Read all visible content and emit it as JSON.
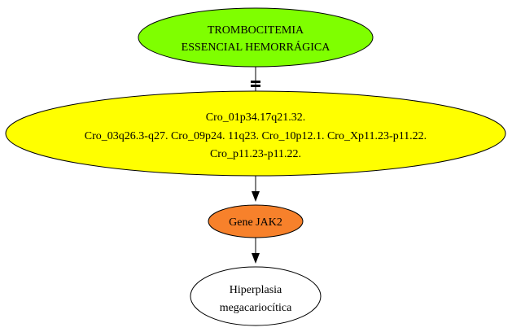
{
  "nodes": {
    "disease": {
      "lines": [
        "TROMBOCITEMIA",
        "ESSENCIAL HEMORRÁGICA"
      ],
      "fill": "#7fff00"
    },
    "chromosomes": {
      "lines": [
        "Cro_01p34.17q21.32.",
        "Cro_03q26.3-q27. Cro_09p24. 11q23. Cro_10p12.1. Cro_Xp11.23-p11.22.",
        "Cro_p11.23-p11.22."
      ],
      "fill": "#ffff00"
    },
    "gene": {
      "lines": [
        "Gene JAK2"
      ],
      "fill": "#f7812b"
    },
    "outcome": {
      "lines": [
        "Hiperplasia",
        "megacariocítica"
      ],
      "fill": "#ffffff"
    }
  },
  "edges": [
    {
      "from": "disease",
      "to": "chromosomes",
      "arrowhead": "tee"
    },
    {
      "from": "chromosomes",
      "to": "gene",
      "arrowhead": "normal"
    },
    {
      "from": "gene",
      "to": "outcome",
      "arrowhead": "normal"
    }
  ]
}
